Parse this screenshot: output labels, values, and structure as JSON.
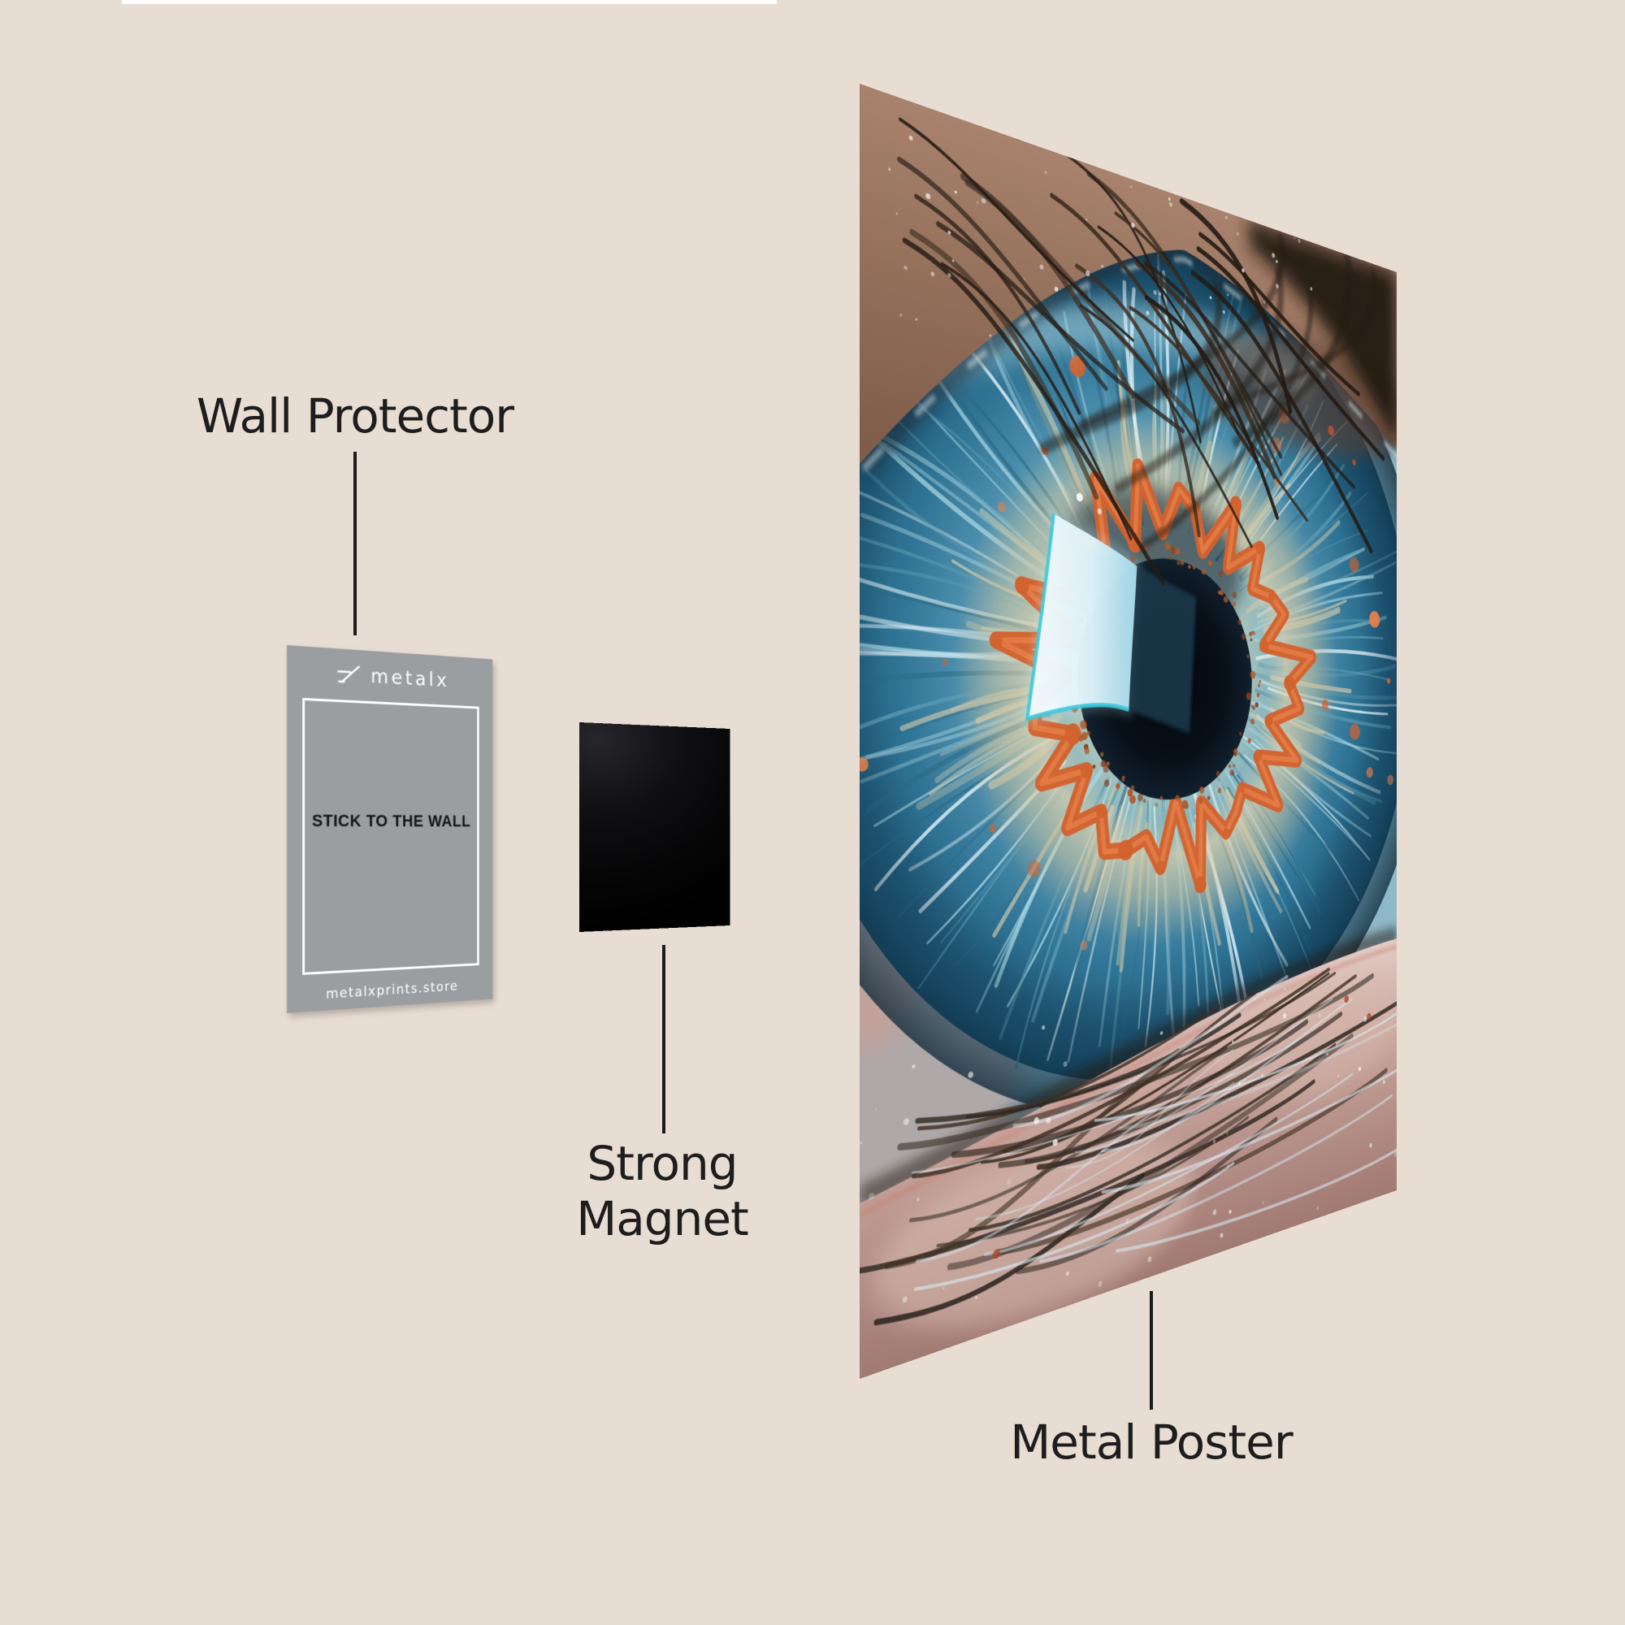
{
  "scene": {
    "background_color": "#e8ddd3",
    "connector_color": "#1c1c1c",
    "label_color": "#1d1d1d",
    "top_edge_artifact_color": "#ffffff"
  },
  "labels": {
    "wall_protector": "Wall Protector",
    "strong_magnet_line1": "Strong",
    "strong_magnet_line2": "Magnet",
    "metal_poster": "Metal Poster"
  },
  "wall_protector_card": {
    "brand": "metalx",
    "logo_icon": "metalx-logo-icon",
    "center_text": "STICK TO THE WALL",
    "footer_text": "metalxprints.store",
    "card_color": "#9b9ea1",
    "text_color": "#ffffff",
    "center_text_color": "#141414"
  },
  "magnet": {
    "color": "#0a0a0c",
    "highlight": "#26262b"
  },
  "poster": {
    "subject": "macro close-up photo of a blue human eye with orange pigment ring printed on metal",
    "colors": {
      "sclera": "#8fb9c9",
      "iris_deep": "#1a4c68",
      "collarette": "#d8cdab",
      "fibers": [
        "#e3f4f9",
        "#a9d6e2",
        "#5b9ab2",
        "#2b6a85"
      ],
      "orange": "#d2622e",
      "orange_light": "#e8814a",
      "pupil": "#070c12",
      "rim1": "#8a4524",
      "rim2": "#ad5a2e",
      "reflection_bright": "#f4fbfe",
      "reflection_edge": "#3fc8dc",
      "shadow_navy": "#14293a",
      "skin_top": "#a8826c",
      "skin_top_dark": "#7c5a47",
      "skin_bottom": "#c9a69e",
      "lash_dark": "#241b14",
      "lash_mid": "#3d2e22",
      "lash_bottom": "#3a322a",
      "frost": "#d9ebf4",
      "sparkle": "#ffffff"
    }
  }
}
